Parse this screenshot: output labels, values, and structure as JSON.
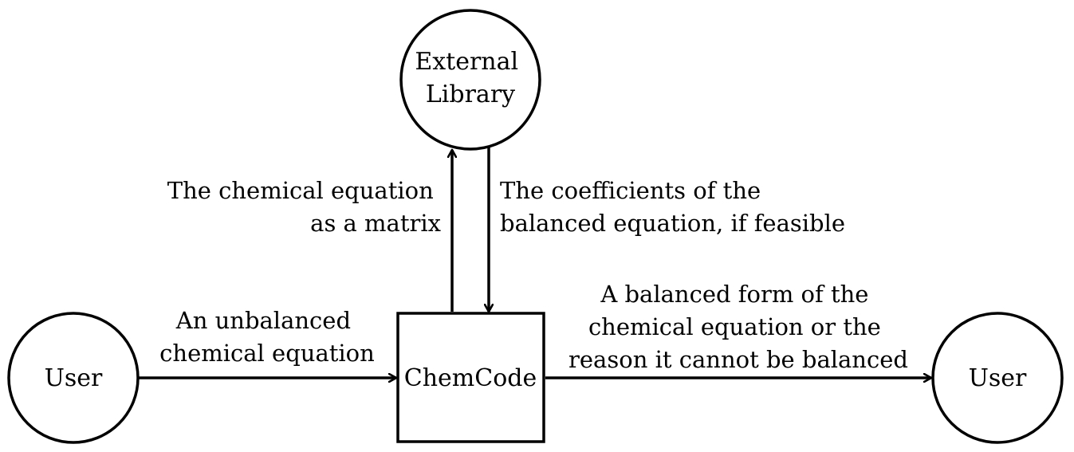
{
  "nodes": {
    "user_source": {
      "label": "User",
      "shape": "circle"
    },
    "chemcode": {
      "label": "ChemCode",
      "shape": "square"
    },
    "external_library": {
      "label_lines": [
        "External",
        "Library"
      ],
      "shape": "circle"
    },
    "user_sink": {
      "label": "User",
      "shape": "circle"
    }
  },
  "edges": {
    "user_to_chemcode": {
      "label_lines": [
        "An unbalanced",
        "chemical equation"
      ]
    },
    "chemcode_to_library": {
      "label_lines": [
        "The chemical equation",
        "as a matrix"
      ]
    },
    "library_to_chemcode": {
      "label_lines": [
        "The coefficients of the",
        "balanced equation, if feasible"
      ]
    },
    "chemcode_to_user": {
      "label_lines": [
        "A balanced form of the",
        "chemical equation or the",
        "reason it cannot be balanced"
      ]
    }
  },
  "colors": {
    "stroke": "#000000",
    "background": "#ffffff"
  }
}
